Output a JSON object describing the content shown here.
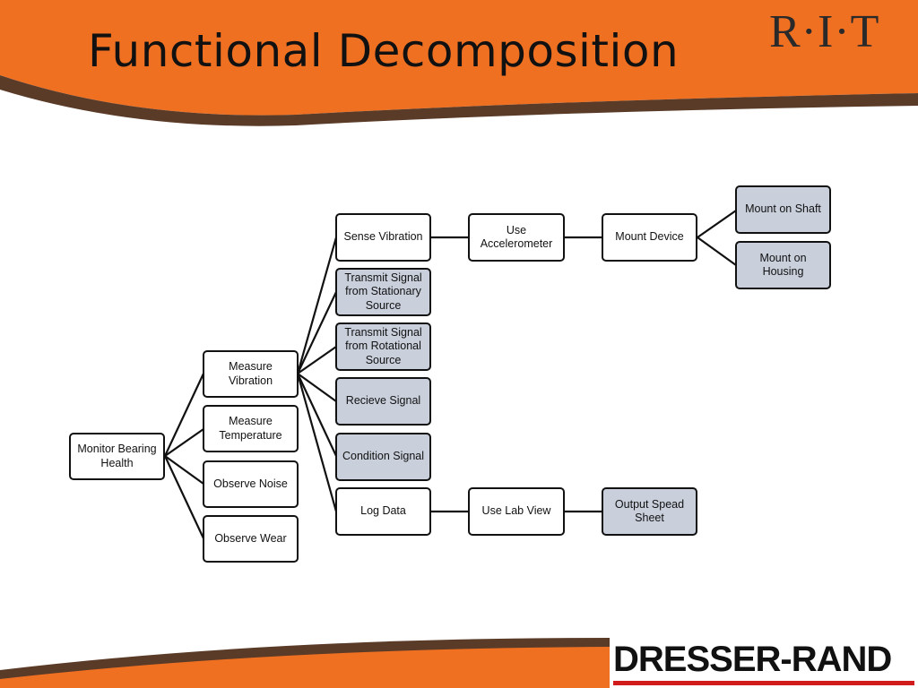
{
  "slide": {
    "title": "Functional Decomposition",
    "logo_rit": "R·I·T",
    "logo_sponsor": "DRESSER-RAND",
    "colors": {
      "banner": "#F07022",
      "banner_dark": "#5a3b28",
      "shaded_node": "#c9d0dc"
    }
  },
  "nodes": {
    "root": "Monitor Bearing Health",
    "measure_vibration": "Measure Vibration",
    "measure_temperature": "Measure Temperature",
    "observe_noise": "Observe Noise",
    "observe_wear": "Observe Wear",
    "sense_vibration": "Sense Vibration",
    "transmit_stationary": "Transmit Signal from Stationary Source",
    "transmit_rotational": "Transmit Signal from Rotational Source",
    "receive_signal": "Recieve Signal",
    "condition_signal": "Condition Signal",
    "log_data": "Log Data",
    "use_accelerometer": "Use Accelerometer",
    "use_lab_view": "Use Lab View",
    "mount_device": "Mount Device",
    "output_spreadsheet": "Output Spead Sheet",
    "mount_on_shaft": "Mount on Shaft",
    "mount_on_housing": "Mount on Housing"
  }
}
